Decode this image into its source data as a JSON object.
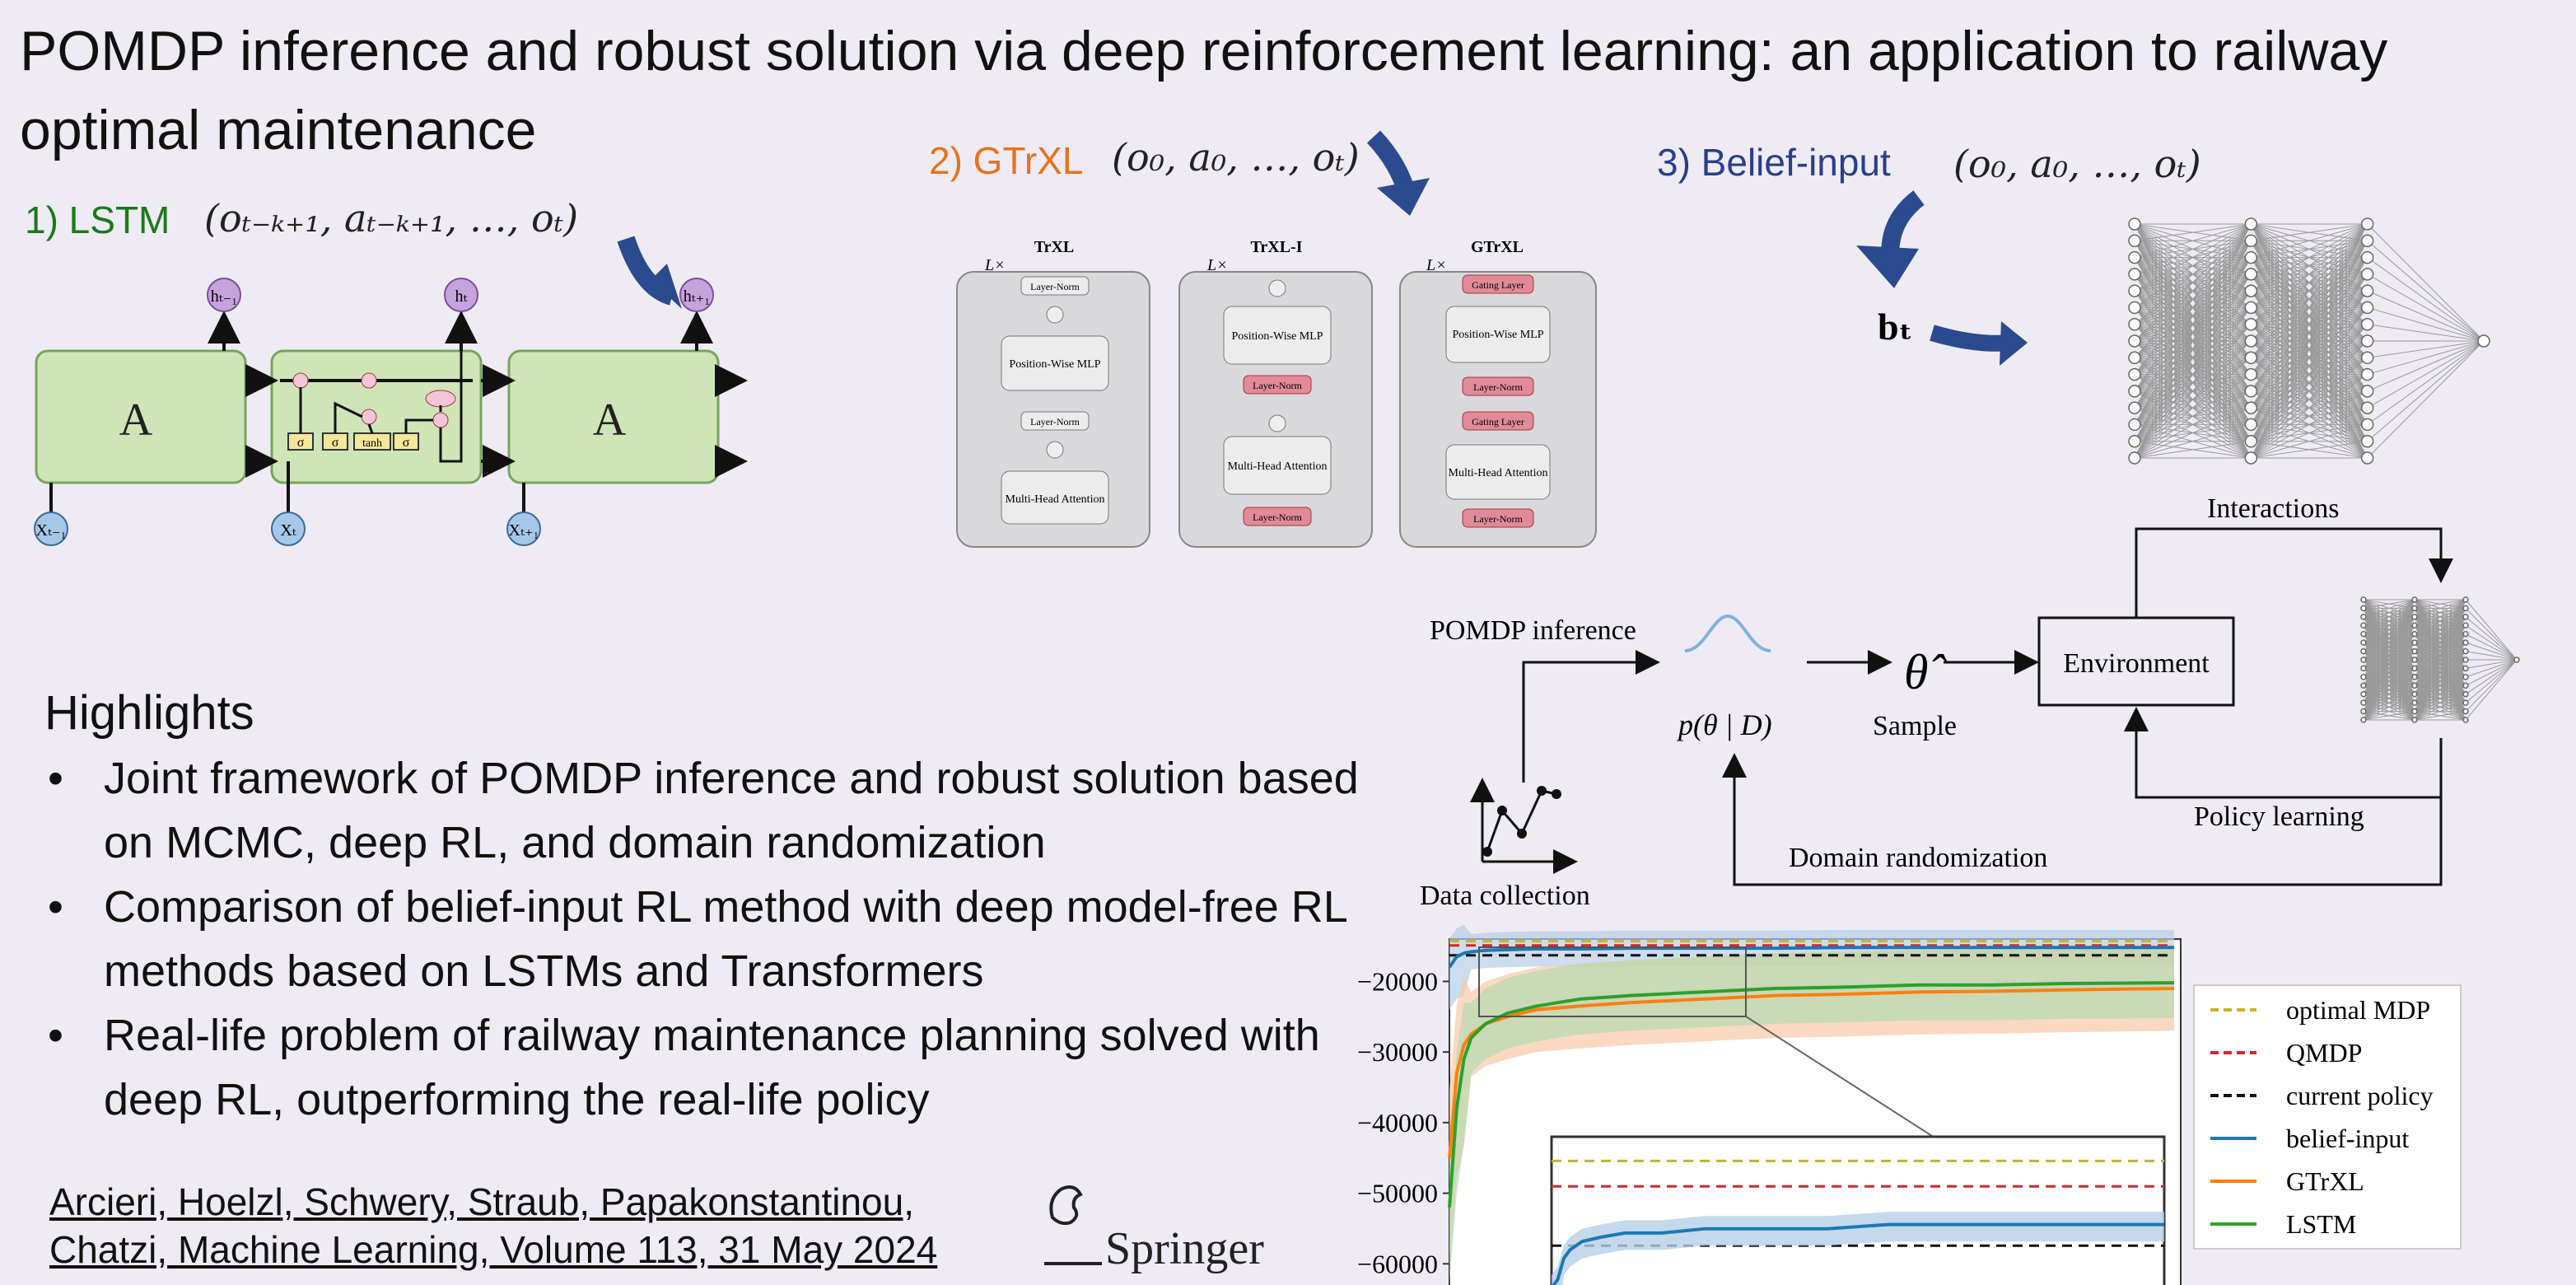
{
  "title": "POMDP inference and robust solution via deep reinforcement learning: an application to railway optimal maintenance",
  "colors": {
    "background": "#efebf5",
    "lstm": "#1a7a1a",
    "gtrxl": "#e8731a",
    "belief": "#2a3f8a",
    "arrow": "#2b4a8f"
  },
  "lstm_section": {
    "label": "1) LSTM",
    "input_seq": "(oₜ₋ₖ₊₁, aₜ₋ₖ₊₁, …, oₜ)",
    "cell_label_left": "A",
    "cell_label_right": "A",
    "h_labels": [
      "hₜ₋₁",
      "hₜ",
      "hₜ₊₁"
    ],
    "x_labels": [
      "Xₜ₋₁",
      "Xₜ",
      "Xₜ₊₁"
    ],
    "gates": [
      "σ",
      "σ",
      "tanh",
      "σ"
    ]
  },
  "gtrxl_section": {
    "label": "2) GTrXL",
    "input_seq": "(o₀, a₀, …, oₜ)",
    "panels": [
      {
        "title": "TrXL",
        "blocks": [
          "Layer-Norm",
          "Position-Wise MLP",
          "Layer-Norm",
          "Multi-Head Attention"
        ]
      },
      {
        "title": "TrXL-I",
        "blocks": [
          "Position-Wise MLP",
          "Layer-Norm",
          "Multi-Head Attention",
          "Layer-Norm"
        ]
      },
      {
        "title": "GTrXL",
        "blocks": [
          "Gating Layer",
          "Position-Wise MLP",
          "Layer-Norm",
          "Gating Layer",
          "Multi-Head Attention",
          "Layer-Norm"
        ]
      }
    ],
    "lx": "L×"
  },
  "belief_section": {
    "label": "3) Belief-input",
    "input_seq": "(o₀, a₀, …, oₜ)",
    "belief": "bₜ"
  },
  "framework": {
    "pomdp_inference": "POMDP inference",
    "posterior": "p(θ | D)",
    "theta_hat": "θ̂",
    "sample": "Sample",
    "environment": "Environment",
    "interactions": "Interactions",
    "policy_learning": "Policy learning",
    "domain_randomization": "Domain randomization",
    "data_collection": "Data collection"
  },
  "highlights": {
    "title": "Highlights",
    "items": [
      "Joint framework of POMDP inference and robust solution based on MCMC, deep RL, and domain randomization",
      "Comparison of belief-input RL method with deep model-free RL methods based on LSTMs and Transformers",
      "Real-life problem of railway maintenance planning solved with deep RL, outperforming the real-life policy"
    ]
  },
  "citation": {
    "line1": "Arcieri, Hoelzl, Schwery, Straub, Papakonstantinou,",
    "line2": "Chatzi, Machine Learning, Volume 113, 31 May 2024"
  },
  "publisher": "Springer",
  "chart_data": {
    "type": "line",
    "yticks": [
      "−20000",
      "−30000",
      "−40000",
      "−50000",
      "−60000"
    ],
    "ylim": [
      -63000,
      -14000
    ],
    "x": [
      0,
      1,
      2,
      3,
      5,
      8,
      12,
      18,
      25,
      35,
      45,
      55,
      65,
      75,
      85,
      100
    ],
    "series": [
      {
        "name": "optimal MDP",
        "color": "#c9b22a",
        "dash": true,
        "values": [
          -14300,
          -14300,
          -14300,
          -14300,
          -14300,
          -14300,
          -14300,
          -14300,
          -14300,
          -14300,
          -14300,
          -14300,
          -14300,
          -14300,
          -14300,
          -14300
        ]
      },
      {
        "name": "QMDP",
        "color": "#d62728",
        "dash": true,
        "values": [
          -14900,
          -14900,
          -14900,
          -14900,
          -14900,
          -14900,
          -14900,
          -14900,
          -14900,
          -14900,
          -14900,
          -14900,
          -14900,
          -14900,
          -14900,
          -14900
        ]
      },
      {
        "name": "current policy",
        "color": "#111111",
        "dash": true,
        "values": [
          -16300,
          -16300,
          -16300,
          -16300,
          -16300,
          -16300,
          -16300,
          -16300,
          -16300,
          -16300,
          -16300,
          -16300,
          -16300,
          -16300,
          -16300,
          -16300
        ]
      },
      {
        "name": "belief-input",
        "color": "#1f77b4",
        "dash": false,
        "values": [
          -18000,
          -16500,
          -16000,
          -15800,
          -15600,
          -15500,
          -15400,
          -15400,
          -15300,
          -15300,
          -15300,
          -15200,
          -15200,
          -15200,
          -15200,
          -15200
        ]
      },
      {
        "name": "GTrXL",
        "color": "#ff7f0e",
        "dash": false,
        "values": [
          -45000,
          -33000,
          -29000,
          -27500,
          -26000,
          -25000,
          -24000,
          -23500,
          -23000,
          -22500,
          -22000,
          -21800,
          -21500,
          -21400,
          -21200,
          -21000
        ]
      },
      {
        "name": "LSTM",
        "color": "#2ca02c",
        "dash": false,
        "values": [
          -52000,
          -38000,
          -31000,
          -28000,
          -26000,
          -24500,
          -23500,
          -22500,
          -22000,
          -21500,
          -21000,
          -20800,
          -20500,
          -20500,
          -20300,
          -20200
        ]
      }
    ],
    "legend_position": "right"
  }
}
